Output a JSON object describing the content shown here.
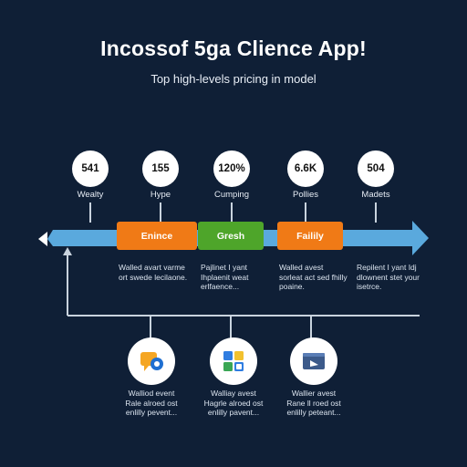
{
  "header": {
    "title": "Incossof 5ga Clience App!",
    "subtitle": "Top high-levels pricing in model"
  },
  "milestones": [
    {
      "value": "541",
      "label": "Wealty"
    },
    {
      "value": "155",
      "label": "Hype"
    },
    {
      "value": "120%",
      "label": "Cumping"
    },
    {
      "value": "6.6K",
      "label": "Pollies"
    },
    {
      "value": "504",
      "label": "Madets"
    }
  ],
  "phases": [
    {
      "label": "Enince",
      "color": "#f07a16",
      "note": "Walled avart varme ort swede lecilaone."
    },
    {
      "label": "Gresh",
      "color": "#4ea52a",
      "note": "Pajlinet I yant Ihplaenit weat erlfaence..."
    },
    {
      "label": "Failily",
      "color": "#f07a16",
      "note": "Walled avest sorleat act sed fhilly poaine."
    },
    {
      "label": "",
      "color": "",
      "note": "Repilent I yant Idj dlownent stet your isetrce."
    }
  ],
  "apps": [
    {
      "icon": "chat-icon",
      "note_1": "Walliod event",
      "note_2": "Rale alroed ost",
      "note_3": "enlilly pevent..."
    },
    {
      "icon": "grid-icon",
      "note_1": "Walliay avest",
      "note_2": "Hagrle alroed ost",
      "note_3": "enlilly pavent..."
    },
    {
      "icon": "window-icon",
      "note_1": "Wallier avest",
      "note_2": "Rane ll roed ost",
      "note_3": "enlilly peteant..."
    }
  ],
  "colors": {
    "background": "#0f1f36",
    "timeline_arrow": "#5aa9dd",
    "orange": "#f07a16",
    "green": "#4ea52a"
  }
}
